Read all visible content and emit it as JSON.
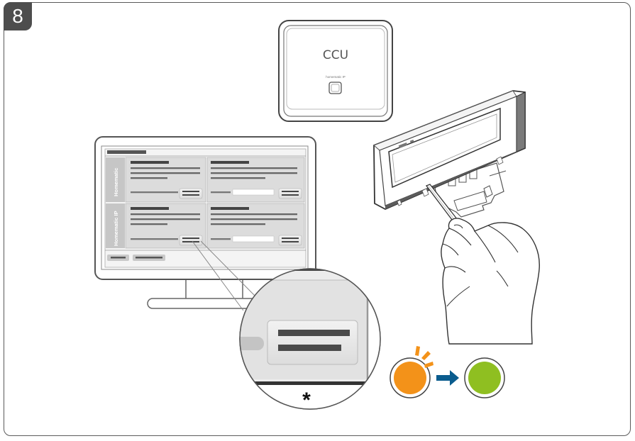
{
  "step": {
    "number": "8"
  },
  "ccu": {
    "label": "CCU",
    "brand": "homematic IP"
  },
  "monitor": {
    "panels": [
      {
        "label": "Homematic"
      },
      {
        "label": "Homematic IP"
      }
    ]
  },
  "footnote": {
    "symbol": "*"
  },
  "led": {
    "from_color": "#f39219",
    "to_color": "#8fbf21",
    "arrow_color": "#0a5c8e"
  }
}
